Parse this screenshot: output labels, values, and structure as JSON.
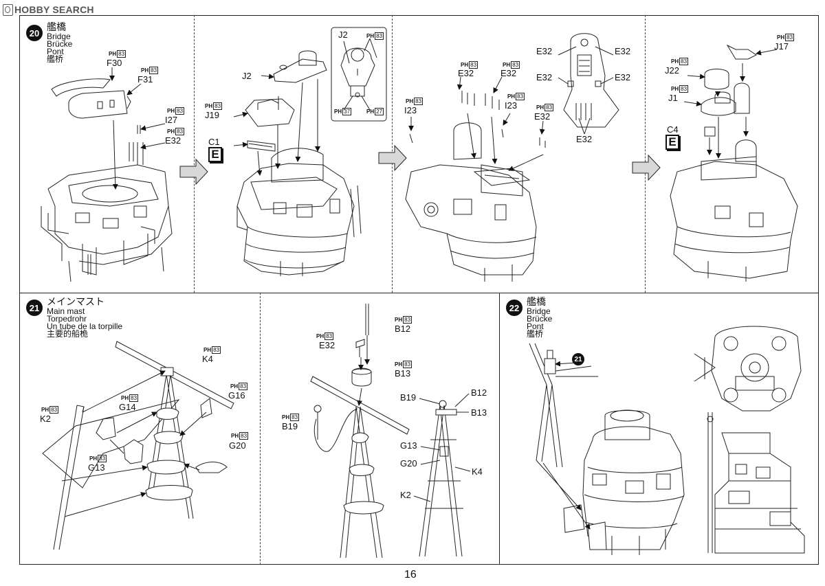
{
  "header": {
    "logo_text": "HOBBY SEARCH"
  },
  "page_number": "16",
  "steps": {
    "s20": {
      "number": "20",
      "jp": "艦橋",
      "en": "Bridge",
      "de": "Brücke",
      "fr": "Pont",
      "cn": "艦桥"
    },
    "s21": {
      "number": "21",
      "jp": "メインマスト",
      "en": "Main mast",
      "de": "Torpedrohr",
      "fr": "Un tube de la torpille",
      "cn": "主要的船桅"
    },
    "s22": {
      "number": "22",
      "jp": "艦橋",
      "en": "Bridge",
      "de": "Brücke",
      "fr": "Pont",
      "cn": "艦桥",
      "ref": "21"
    }
  },
  "paint_prefix": "PH",
  "codes": {
    "c83": "83",
    "c37": "37",
    "c27": "27"
  },
  "e_mark": "E",
  "parts": {
    "F30": "F30",
    "F31": "F31",
    "I27": "I27",
    "E32": "E32",
    "J2": "J2",
    "J19": "J19",
    "C1": "C1",
    "I23": "I23",
    "J17": "J17",
    "J22": "J22",
    "J1": "J1",
    "C4": "C4",
    "K4": "K4",
    "G16": "G16",
    "G14": "G14",
    "K2": "K2",
    "G13": "G13",
    "G20": "G20",
    "B12": "B12",
    "B13": "B13",
    "B19": "B19"
  }
}
